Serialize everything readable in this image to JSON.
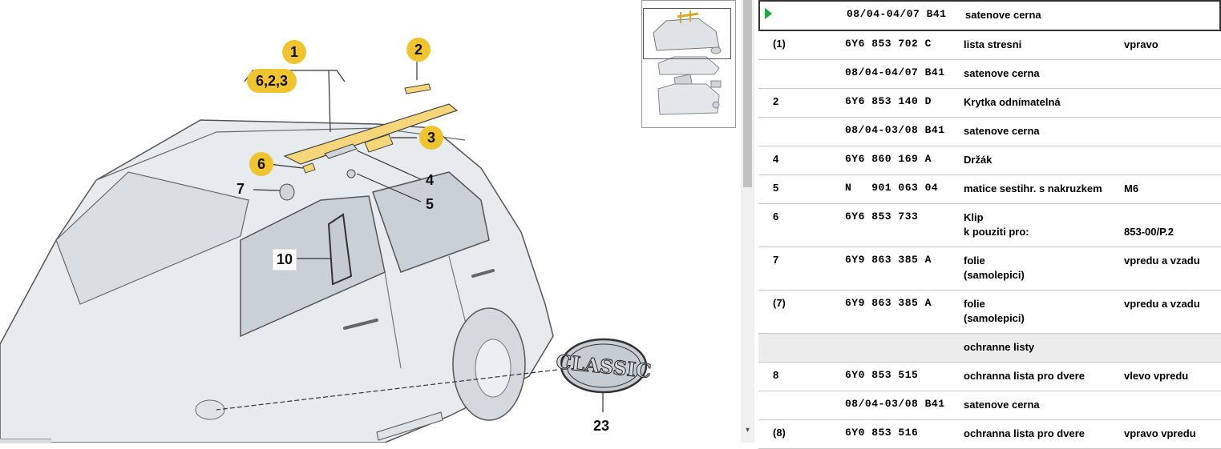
{
  "diagram": {
    "callouts": [
      {
        "id": "c1",
        "label": "1",
        "style": "circle"
      },
      {
        "id": "c2",
        "label": "2",
        "style": "circle"
      },
      {
        "id": "c3",
        "label": "3",
        "style": "circle"
      },
      {
        "id": "c6",
        "label": "6",
        "style": "circle"
      },
      {
        "id": "c623",
        "label": "6,2,3",
        "style": "circle"
      },
      {
        "id": "c4",
        "label": "4",
        "style": "plain"
      },
      {
        "id": "c5",
        "label": "5",
        "style": "plain"
      },
      {
        "id": "c7",
        "label": "7",
        "style": "plain"
      },
      {
        "id": "c10",
        "label": "10",
        "style": "box"
      },
      {
        "id": "c23",
        "label": "23",
        "style": "plain"
      }
    ],
    "emblem_text": "CLASSIC",
    "colors": {
      "callout": "#f0c42f",
      "part": "#f5d77a",
      "outline": "#444444",
      "glass": "#cfd5da"
    }
  },
  "parts": [
    {
      "pos": "",
      "num": "08/04-04/07 B41",
      "desc": "satenove cerna",
      "note": "",
      "selected": true
    },
    {
      "pos": "(1)",
      "num": "6Y6 853 702 C",
      "desc": "lista stresni",
      "note": "vpravo"
    },
    {
      "pos": "",
      "num": "08/04-04/07 B41",
      "desc": "satenove cerna",
      "note": ""
    },
    {
      "pos": "2",
      "num": "6Y6 853 140 D",
      "desc": "Krytka odnímatelná",
      "note": ""
    },
    {
      "pos": "",
      "num": "08/04-03/08 B41",
      "desc": "satenove cerna",
      "note": ""
    },
    {
      "pos": "4",
      "num": "6Y6 860 169 A",
      "desc": "Držák",
      "note": ""
    },
    {
      "pos": "5",
      "num": "N   901 063 04",
      "desc": "matice sestihr. s nakruzkem",
      "note": "M6"
    },
    {
      "pos": "6",
      "num": "6Y6 853 733",
      "desc": "Klip\nk pouziti pro:",
      "note": "\n853-00/P.2",
      "tall": true
    },
    {
      "pos": "7",
      "num": "6Y9 863 385 A",
      "desc": "folie\n(samolepici)",
      "note": "vpredu a vzadu",
      "tall": true
    },
    {
      "pos": "(7)",
      "num": "6Y9 863 385 A",
      "desc": "folie\n(samolepici)",
      "note": "vpredu a vzadu",
      "tall": true
    },
    {
      "pos": "",
      "num": "",
      "desc": "ochranne listy",
      "note": "",
      "shaded": true
    },
    {
      "pos": "8",
      "num": "6Y0 853 515",
      "desc": "ochranna lista pro dvere",
      "note": "vlevo vpredu"
    },
    {
      "pos": "",
      "num": "08/04-03/08 B41",
      "desc": "satenove cerna",
      "note": ""
    },
    {
      "pos": "(8)",
      "num": "6Y0 853 516",
      "desc": "ochranna lista pro dvere",
      "note": "vpravo vpredu"
    }
  ],
  "scrollbar": {
    "down_arrow": "▾"
  }
}
